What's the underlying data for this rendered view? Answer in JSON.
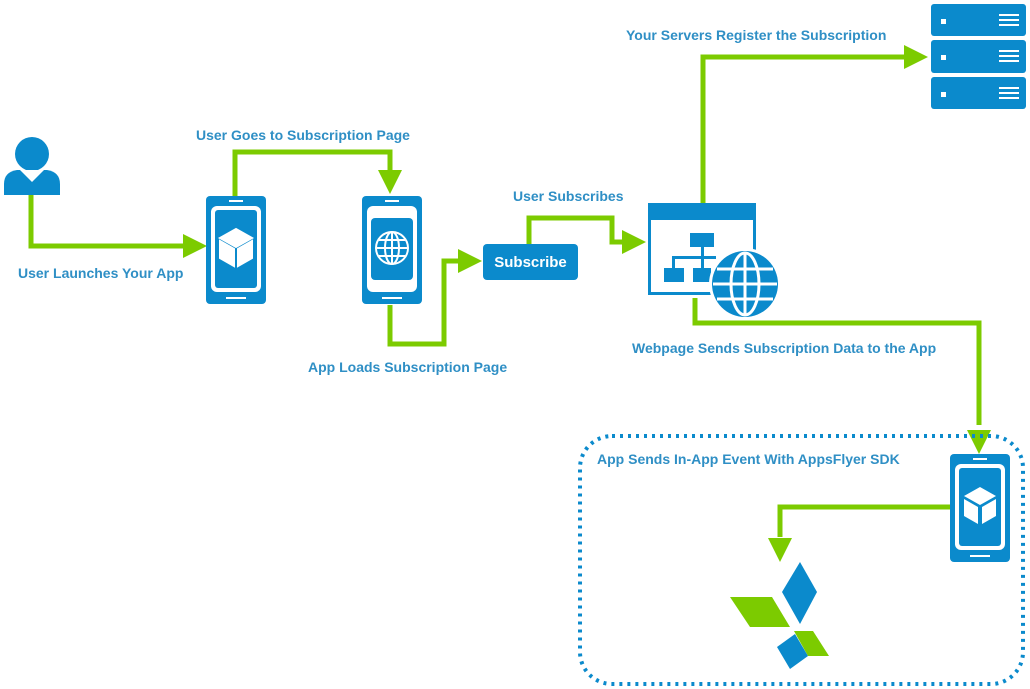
{
  "labels": {
    "user_launches": "User Launches Your App",
    "goes_to_page": "User Goes to Subscription Page",
    "app_loads": "App Loads Subscription Page",
    "user_subscribes": "User Subscribes",
    "servers_register": "Your Servers Register the Subscription",
    "webpage_sends": "Webpage Sends Subscription Data to the App",
    "app_sends_event": "App Sends In-App Event With AppsFlyer SDK"
  },
  "subscribe_button": {
    "label": "Subscribe"
  },
  "colors": {
    "blue": "#0b8acc",
    "green": "#7ccb00",
    "label": "#2f8fc5"
  },
  "icons": {
    "user": "user-icon",
    "app_phone": "phone-app-icon",
    "browser_phone": "phone-browser-icon",
    "webpage": "webpage-sitemap-globe-icon",
    "servers": "server-stack-icon",
    "appsflyer": "appsflyer-logo-icon"
  }
}
